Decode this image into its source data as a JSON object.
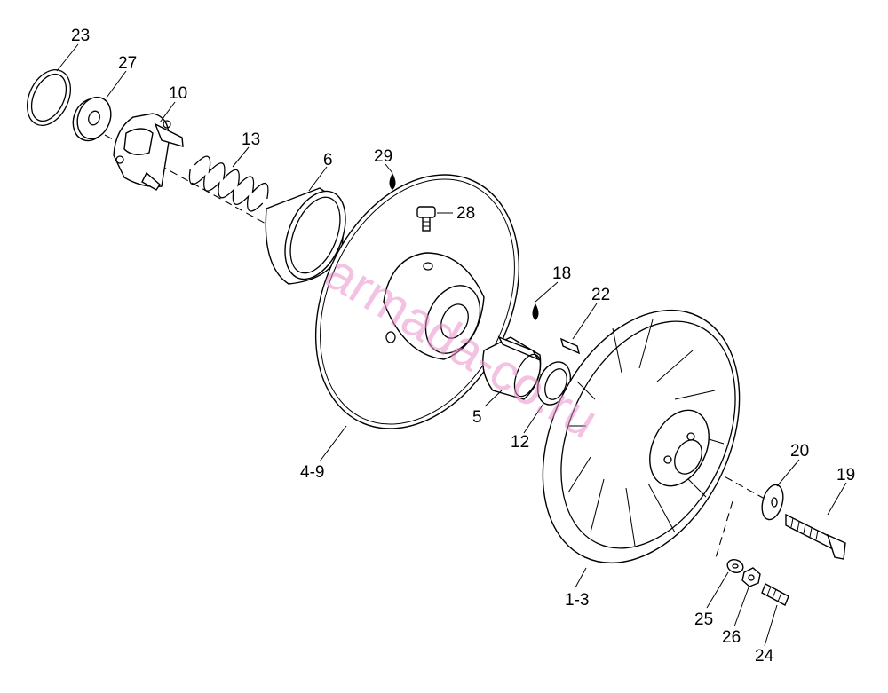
{
  "watermark": "armada-co.ru",
  "callouts": [
    {
      "id": "c23",
      "text": "23"
    },
    {
      "id": "c27",
      "text": "27"
    },
    {
      "id": "c10",
      "text": "10"
    },
    {
      "id": "c13",
      "text": "13"
    },
    {
      "id": "c6",
      "text": "6"
    },
    {
      "id": "c29",
      "text": "29"
    },
    {
      "id": "c28",
      "text": "28"
    },
    {
      "id": "c18",
      "text": "18"
    },
    {
      "id": "c22",
      "text": "22"
    },
    {
      "id": "c5",
      "text": "5"
    },
    {
      "id": "c12",
      "text": "12"
    },
    {
      "id": "c4-9",
      "text": "4-9"
    },
    {
      "id": "c20",
      "text": "20"
    },
    {
      "id": "c19",
      "text": "19"
    },
    {
      "id": "c1-3",
      "text": "1-3"
    },
    {
      "id": "c25",
      "text": "25"
    },
    {
      "id": "c26",
      "text": "26"
    },
    {
      "id": "c24",
      "text": "24"
    }
  ]
}
